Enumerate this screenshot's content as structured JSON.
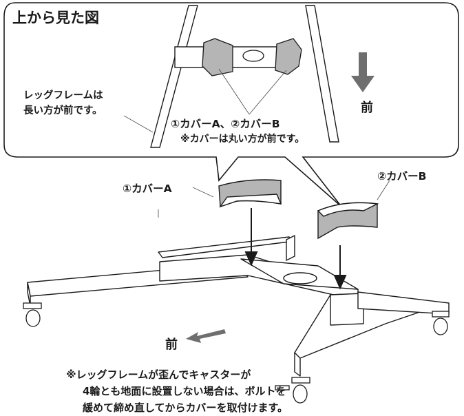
{
  "title": "上から見た図",
  "leg_note_lines": [
    "レッグフレームは",
    "長い方が前です。"
  ],
  "front_label": "前",
  "covers_label": "①カバーA、②カバーB",
  "covers_note": "※カバーは丸い方が前です。",
  "cover_a_label": "①カバーA",
  "cover_b_label": "②カバーB",
  "warning_lines": [
    "※レッグフレームが歪んでキャスターが",
    "4輪とも地面に設置しない場合は、ボルトを",
    "緩めて締め直してからカバーを取付けます。"
  ],
  "colors": {
    "line": "#1a1a1a",
    "cover_gray": "#b5b5b5",
    "arrow_gray": "#6e6e6e"
  }
}
